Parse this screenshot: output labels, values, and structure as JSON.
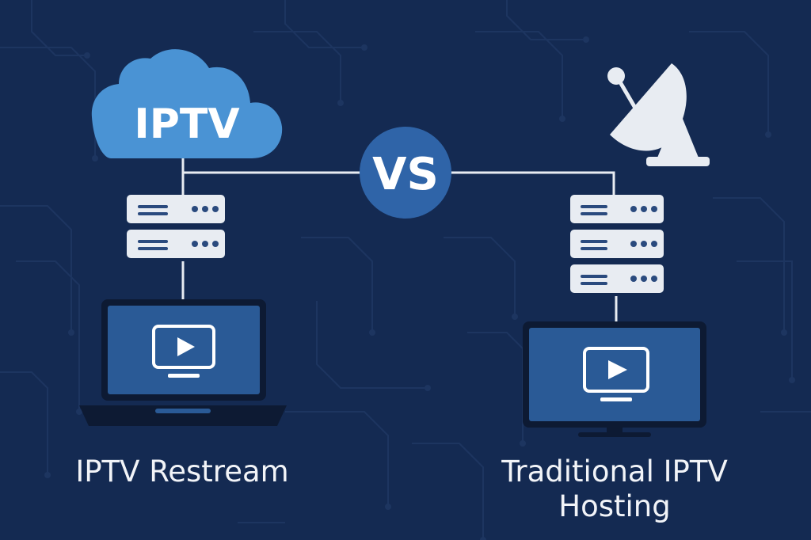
{
  "colors": {
    "background": "#142a52",
    "circuit": "#1d3560",
    "cloud": "#4a93d4",
    "vs_badge": "#2f64a8",
    "server": "#e8ecf2",
    "screen": "#2a5a96",
    "device_frame": "#0d1a33",
    "text": "#f2f4f8",
    "connector": "#e8ecf2"
  },
  "cloud": {
    "label": "IPTV",
    "icon": "cloud-icon"
  },
  "vs_badge": {
    "label": "VS"
  },
  "left": {
    "caption": "IPTV Restream",
    "server_icon": "server-rack-icon",
    "server_units": 2,
    "device_icon": "laptop-icon",
    "screen_icon": "play-monitor-icon"
  },
  "right": {
    "caption_line1": "Traditional IPTV",
    "caption_line2": "Hosting",
    "dish_icon": "satellite-dish-icon",
    "server_icon": "server-rack-icon",
    "server_units": 3,
    "device_icon": "tv-monitor-icon",
    "screen_icon": "play-monitor-icon"
  }
}
